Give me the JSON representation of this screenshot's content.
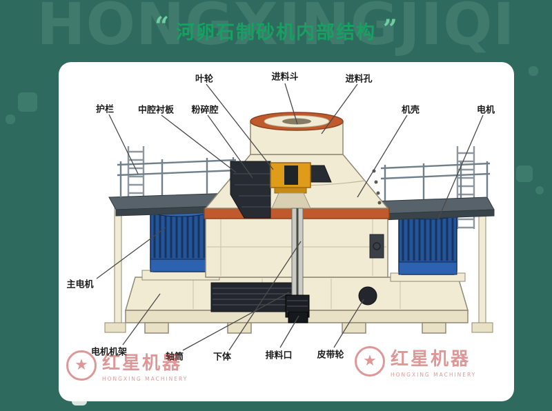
{
  "header": {
    "quote_open": "“",
    "quote_close": "”",
    "title": "河卵石制砂机内部结构"
  },
  "background": {
    "watermark_text": "HONGXINGJIQI",
    "teal_color": "#2f6a5e"
  },
  "brand": {
    "star": "★",
    "name_cn": "红星机器",
    "name_en": "HONGXING MACHINERY"
  },
  "diagram": {
    "labels": {
      "impeller": "叶轮",
      "feed_hopper": "进料斗",
      "feed_hole": "进料孔",
      "guardrail": "护栏",
      "cavity_liner": "中腔衬板",
      "crushing_cavity": "粉碎腔",
      "casing": "机壳",
      "motor": "电机",
      "main_motor": "主电机",
      "motor_frame": "电机机架",
      "shaft_cylinder": "轴筒",
      "lower_body": "下体",
      "discharge_port": "排料口",
      "belt_pulley": "皮带轮"
    },
    "colors": {
      "machine_body": "#f2ebd4",
      "top_rim": "#c05a2c",
      "impeller": "#df9b1a",
      "motor_blue": "#24549a",
      "platform": "#57626a"
    }
  }
}
